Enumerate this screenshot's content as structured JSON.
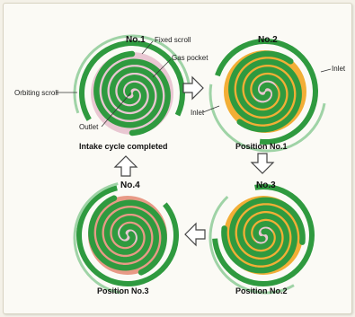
{
  "diagram": {
    "panels": [
      {
        "id": "no1",
        "title": "No.1",
        "caption": "Intake cycle completed",
        "callouts": {
          "fixed_scroll": "Fixed scroll",
          "gas_pocket": "Gas pocket",
          "orbiting_scroll": "Orbiting scroll",
          "outlet": "Outlet"
        }
      },
      {
        "id": "no2",
        "title": "No.2",
        "caption": "Position No.1",
        "callouts": {
          "inlet_left": "Inlet",
          "inlet_right": "Inlet"
        }
      },
      {
        "id": "no3",
        "title": "No.3",
        "caption": "Position No.2"
      },
      {
        "id": "no4",
        "title": "No.4",
        "caption": "Position No.3"
      }
    ]
  },
  "colors": {
    "scroll_green": "#2f9a3f",
    "scroll_stroke": "#1f6e2a",
    "pocket_pink": "#e9c7d2",
    "pocket_orange": "#f2ae36",
    "pocket_salmon": "#e89a86",
    "background": "#fbfaf5"
  },
  "icons": {
    "flow_arrows": "outline-arrow-icon"
  }
}
